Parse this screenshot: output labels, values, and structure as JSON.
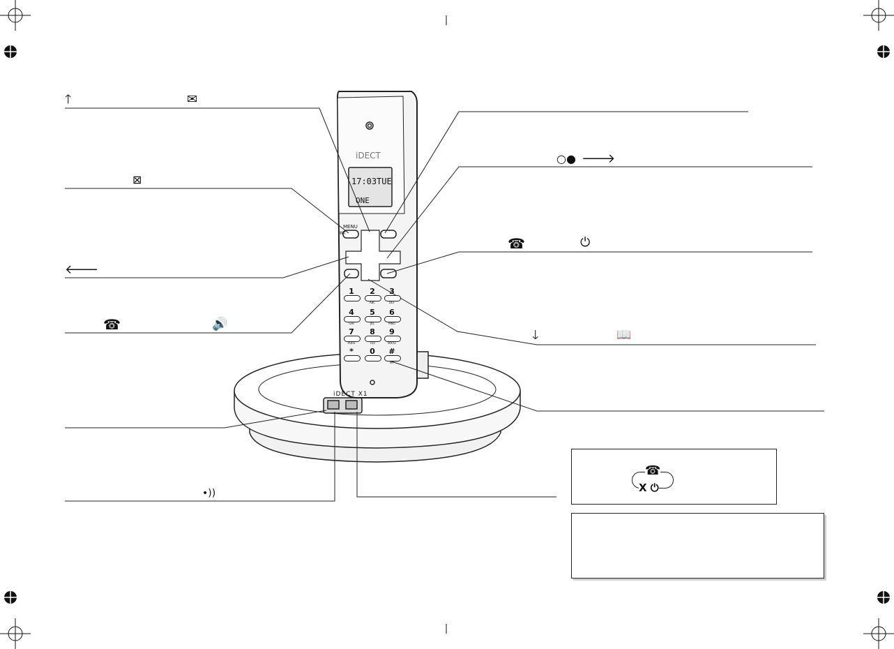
{
  "handset": {
    "brand": "iDECT",
    "screen_time": "17:03",
    "screen_day": "TUE",
    "screen_line2": "ONE",
    "menu_label": "MENU",
    "int_label": "INT",
    "base_brand": "iDECT X1",
    "keys": [
      {
        "digit": "1",
        "letters": ""
      },
      {
        "digit": "2",
        "letters": "ABC"
      },
      {
        "digit": "3",
        "letters": "DEF"
      },
      {
        "digit": "4",
        "letters": "GHI"
      },
      {
        "digit": "5",
        "letters": "JKL"
      },
      {
        "digit": "6",
        "letters": "MNO"
      },
      {
        "digit": "7",
        "letters": "PQRS"
      },
      {
        "digit": "8",
        "letters": "TUV"
      },
      {
        "digit": "9",
        "letters": "WXYZ"
      },
      {
        "digit": "*",
        "letters": ""
      },
      {
        "digit": "0",
        "letters": ""
      },
      {
        "digit": "#",
        "letters": "INT"
      }
    ]
  },
  "callouts": {
    "up_arrow": "🡑",
    "envelope": "✉",
    "envelope_crossed": "⊠",
    "left_arrow": "🡐",
    "handset_glyph": "☎",
    "speaker_glyph": "🔊",
    "page_glyph": "•))",
    "redial_glyph": "○●",
    "right_arrow": "🡒",
    "hangup_glyph": "☎",
    "power_glyph": "⏻",
    "down_arrow": "🡓",
    "book_glyph": "📖"
  },
  "info_box": {
    "key_glyph": "☎",
    "key_sub": "X  ⏻"
  }
}
